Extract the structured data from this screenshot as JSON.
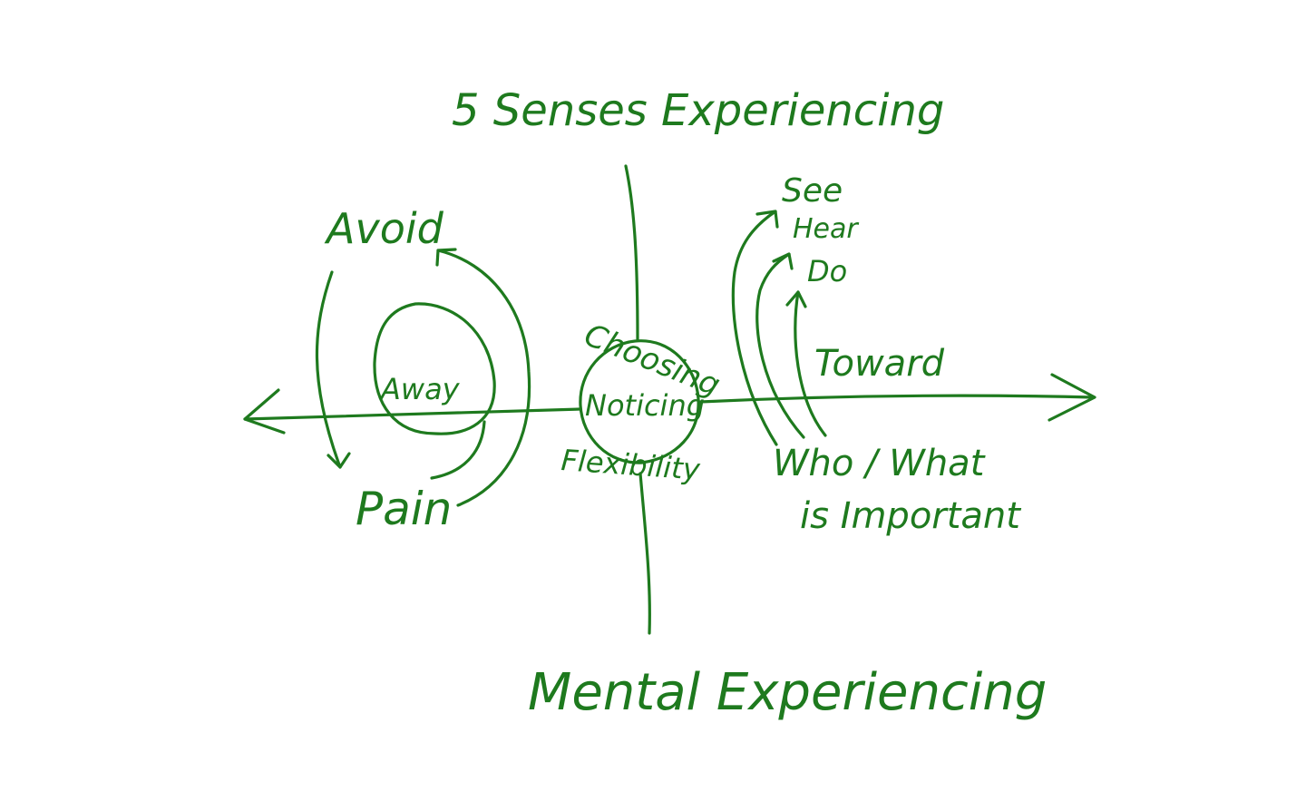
{
  "ink_color": "#1e7a1e",
  "background": "#ffffff",
  "labels": {
    "top_axis": "5 Senses Experiencing",
    "bottom_axis": "Mental Experiencing",
    "avoid": "Avoid",
    "away": "Away",
    "pain": "Pain",
    "choosing": "Choosing",
    "noticing": "Noticing",
    "flexibility": "Flexibility",
    "see": "See",
    "hear": "Hear",
    "do": "Do",
    "toward": "Toward",
    "who_what": "Who / What",
    "is_important": "is Important"
  }
}
